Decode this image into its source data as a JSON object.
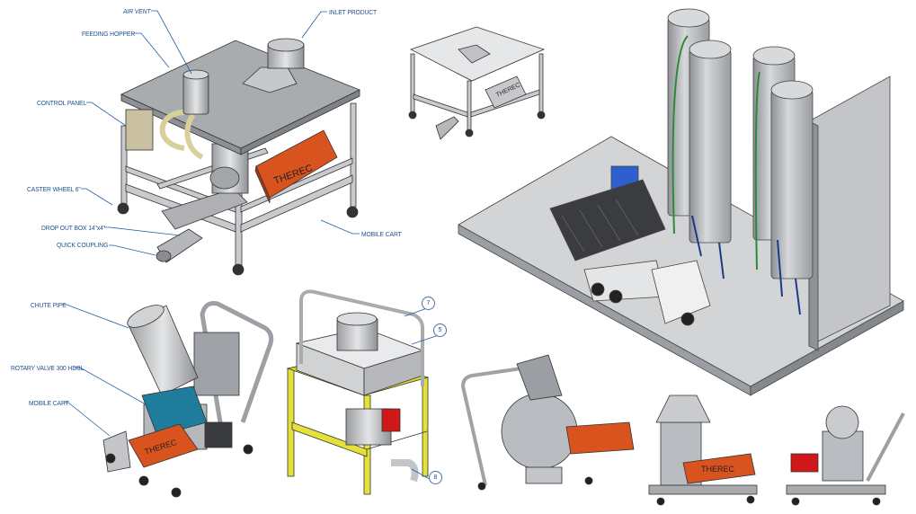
{
  "labels": {
    "air_vent": "AIR VENT",
    "feeding_hopper": "FEEDING HOPPER",
    "inlet_product": "INLET PRODUCT",
    "control_panel": "CONTROL PANEL",
    "caster_wheel": "CASTER WHEEL 6\"",
    "drop_out_box": "DROP OUT BOX 14\"x4\"",
    "quick_coupling": "QUICK COUPLING",
    "mobile_cart_1": "MOBILE CART",
    "chute_pipe": "CHUTE PIPE",
    "rotary_valve": "ROTARY VALVE 300 HDBL",
    "mobile_cart_2": "MOBILE CART"
  },
  "callouts": [
    "7",
    "5",
    "8"
  ],
  "brand": "THEREC",
  "colors": {
    "leader": "#1f5fa8",
    "steel": "#b9bcc0",
    "orange": "#d9531e",
    "yellow": "#e4e13a",
    "blue": "#1f7c9c",
    "red": "#d01818"
  }
}
